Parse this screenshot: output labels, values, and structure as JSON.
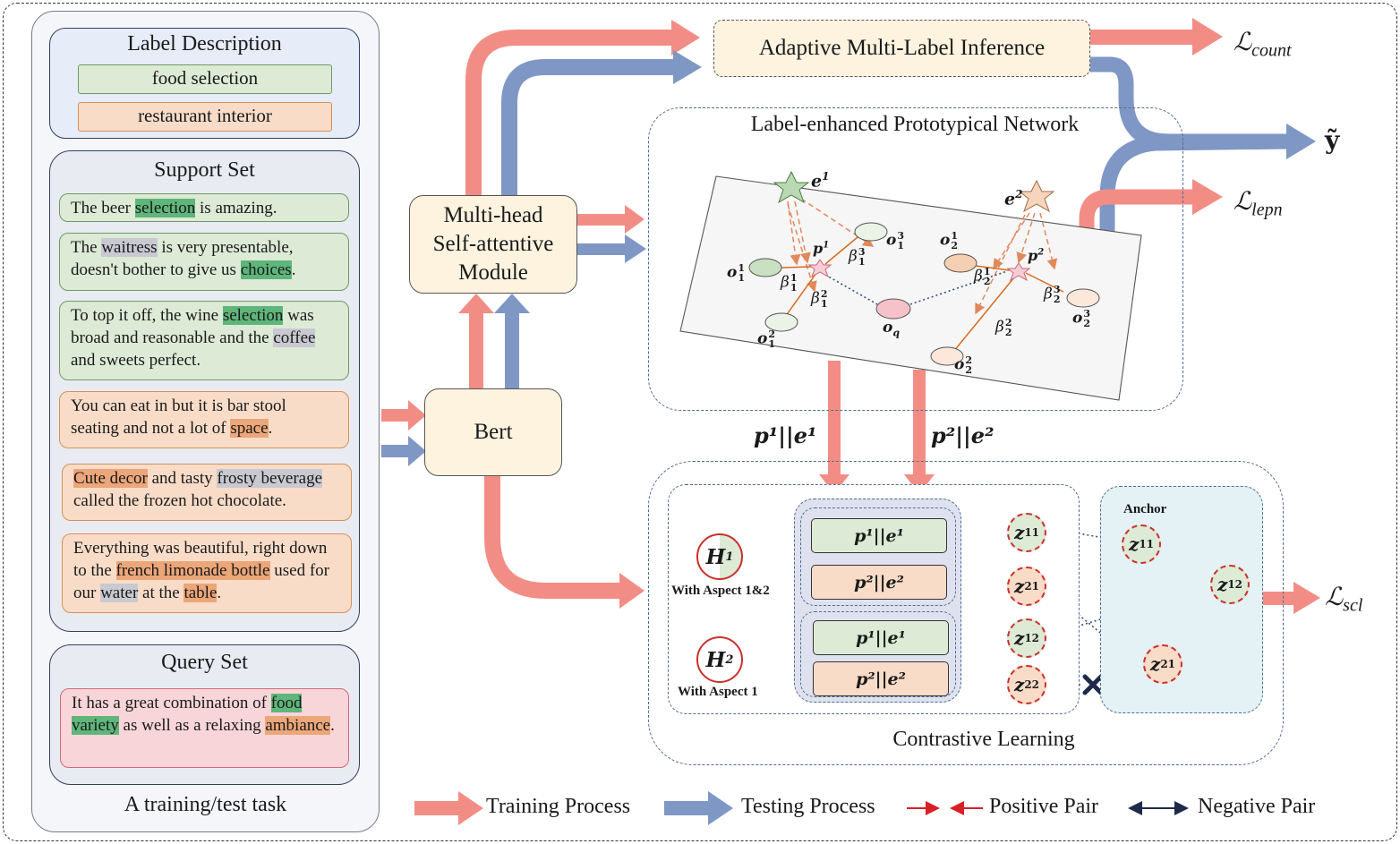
{
  "task_panel": {
    "footer": "A training/test task",
    "label_description": {
      "title": "Label Description",
      "labels": [
        "food selection",
        "restaurant interior"
      ]
    },
    "support_set": {
      "title": "Support Set",
      "sentences": [
        [
          [
            "The beer ",
            ""
          ],
          [
            "selection",
            "g"
          ],
          [
            " is amazing.",
            ""
          ]
        ],
        [
          [
            "The ",
            ""
          ],
          [
            "waitress",
            "gr"
          ],
          [
            " is very presentable, doesn't bother to give us ",
            ""
          ],
          [
            "choices",
            "g"
          ],
          [
            ".",
            ""
          ]
        ],
        [
          [
            "To top it off, the wine ",
            ""
          ],
          [
            "selection",
            "g"
          ],
          [
            " was broad and reasonable and the ",
            ""
          ],
          [
            "coffee",
            "gr"
          ],
          [
            " and sweets perfect.",
            ""
          ]
        ],
        [
          [
            "You can eat in but it is bar stool seating and not a lot of ",
            ""
          ],
          [
            "space",
            "o"
          ],
          [
            ".",
            ""
          ]
        ],
        [
          [
            "Cute decor",
            "o"
          ],
          [
            " and tasty ",
            ""
          ],
          [
            "frosty beverage",
            "gr"
          ],
          [
            " called the frozen hot chocolate.",
            ""
          ]
        ],
        [
          [
            "Everything was beautiful, right down to the ",
            ""
          ],
          [
            "french limonade bottle",
            "o"
          ],
          [
            " used for our ",
            ""
          ],
          [
            "water",
            "gr"
          ],
          [
            " at the ",
            ""
          ],
          [
            "table",
            "o"
          ],
          [
            ".",
            ""
          ]
        ]
      ]
    },
    "query_set": {
      "title": "Query Set",
      "sentence": [
        [
          "It has a great combination of ",
          ""
        ],
        [
          "food variety",
          "g"
        ],
        [
          " as well as a relaxing ",
          ""
        ],
        [
          "ambiance",
          "o"
        ],
        [
          ".",
          ""
        ]
      ]
    }
  },
  "modules": {
    "bert": "Bert",
    "mhsa": [
      "Multi-head",
      "Self-attentive",
      "Module"
    ],
    "adaptive": "Adaptive Multi-Label Inference",
    "lepn_title": "Label-enhanced Prototypical Network",
    "contrastive_title": "Contrastive Learning"
  },
  "losses": {
    "count_main": "ℒ",
    "count_sub": "count",
    "lepn_main": "ℒ",
    "lepn_sub": "lepn",
    "scl_main": "ℒ",
    "scl_sub": "scl",
    "output": "ỹ"
  },
  "prototype": {
    "e1": "e",
    "e1_sup": "1",
    "e2": "e",
    "e2_sup": "2",
    "p1": "p",
    "p1_sup": "1",
    "p2": "p",
    "p2_sup": "2",
    "oq": "o",
    "oq_sub": "q",
    "o11": [
      "o",
      "1",
      "1"
    ],
    "o21": [
      "o",
      "1",
      "2"
    ],
    "o31": [
      "o",
      "1",
      "3"
    ],
    "o12": [
      "o",
      "2",
      "1"
    ],
    "o22": [
      "o",
      "2",
      "2"
    ],
    "o32": [
      "o",
      "2",
      "3"
    ],
    "b11": [
      "β",
      "1",
      "1"
    ],
    "b21": [
      "β",
      "1",
      "2"
    ],
    "b31": [
      "β",
      "1",
      "3"
    ],
    "b12": [
      "β",
      "2",
      "1"
    ],
    "b22": [
      "β",
      "2",
      "2"
    ],
    "b32": [
      "β",
      "2",
      "3"
    ]
  },
  "concat_labels": [
    "p¹||e¹",
    "p²||e²"
  ],
  "contrastive": {
    "h1": "H",
    "h1_sup": "1",
    "h1_caption": "With Aspect 1&2",
    "h2": "H",
    "h2_sup": "2",
    "h2_caption": "With Aspect 1",
    "pe_boxes": [
      "p¹||e¹",
      "p²||e²",
      "p¹||e¹",
      "p²||e²"
    ],
    "z_nodes": [
      "z",
      "11",
      "z",
      "21",
      "z",
      "12",
      "z",
      "22"
    ],
    "anchor_label": "Anchor"
  },
  "legend": {
    "training": "Training Process",
    "testing": "Testing Process",
    "positive": "Positive Pair",
    "negative": "Negative Pair"
  },
  "colors": {
    "training_arrow": "#f28d86",
    "testing_arrow": "#7f97c4",
    "positive_pair": "#d81f26",
    "negative_pair": "#1e2a4a",
    "aspect1_green": "#dcead6",
    "aspect2_orange": "#f9dcc8"
  }
}
